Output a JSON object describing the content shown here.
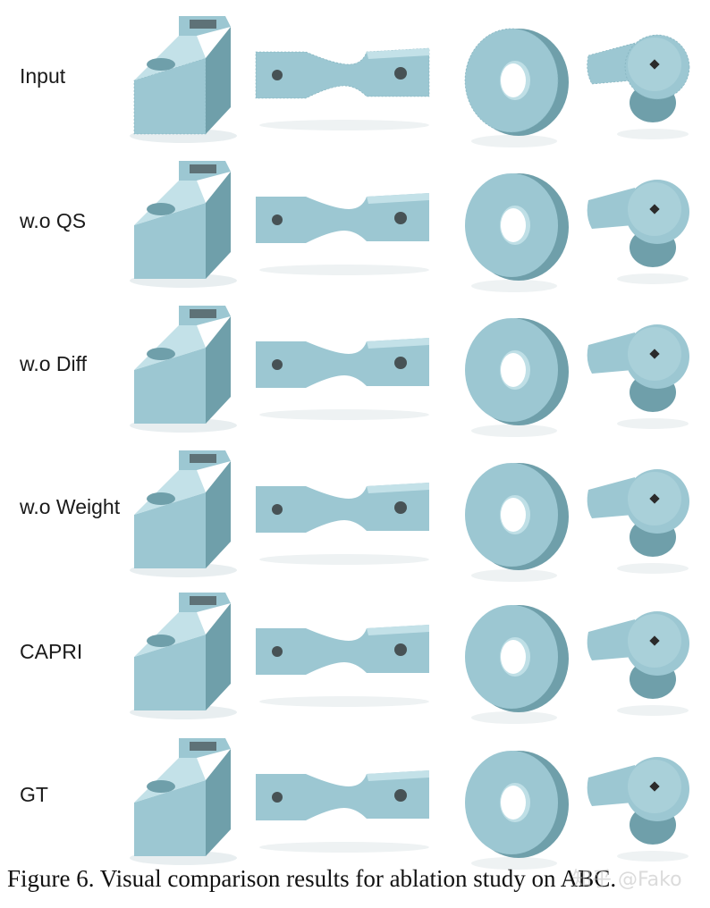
{
  "figure": {
    "rows": [
      {
        "label": "Input"
      },
      {
        "label": "w.o QS"
      },
      {
        "label": "w.o Diff"
      },
      {
        "label": "w.o Weight"
      },
      {
        "label": "CAPRI"
      },
      {
        "label": "GT"
      }
    ],
    "columns": [
      {
        "shape": "bracket-block"
      },
      {
        "shape": "dogbone-link"
      },
      {
        "shape": "ring-washer"
      },
      {
        "shape": "lever-arm"
      }
    ],
    "colors": {
      "mesh": "#9cc7d2",
      "mesh_dark": "#6f9faa",
      "mesh_light": "#c3e1e8",
      "hole": "#2b2b2b"
    }
  },
  "caption": "Figure 6. Visual comparison results for ablation study on ABC.",
  "watermark": "知乎 @Fako"
}
